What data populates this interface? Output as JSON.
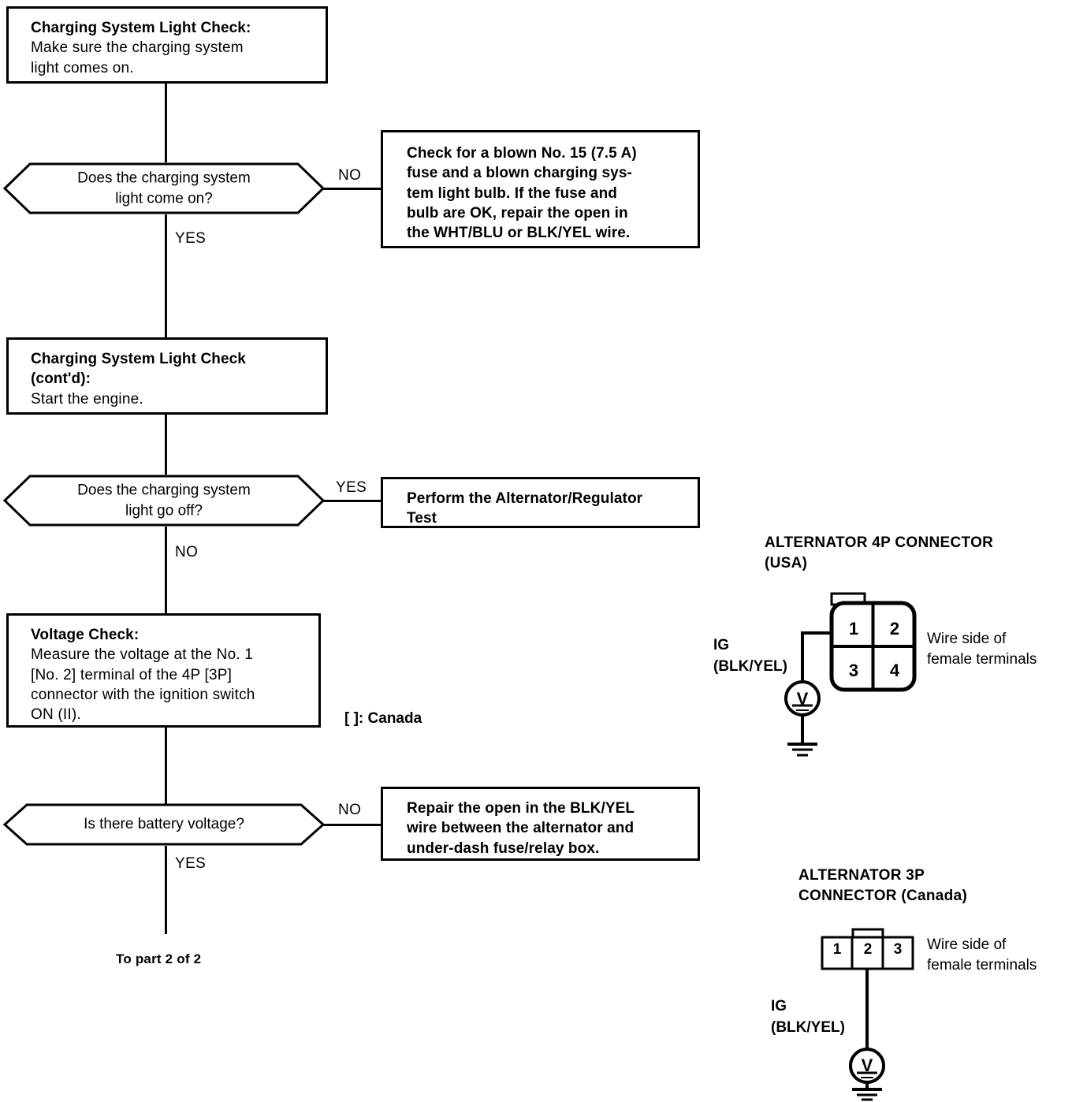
{
  "flow": {
    "step1": {
      "title": "Charging System Light Check:",
      "line1": "Make sure the charging system",
      "line2": "light comes on."
    },
    "decision1": {
      "line1": "Does the charging system",
      "line2": "light come on?",
      "no_label": "NO",
      "yes_label": "YES"
    },
    "no_action1": {
      "line1": "Check for a blown No. 15 (7.5 A)",
      "line2": "fuse and a blown charging sys-",
      "line3": "tem light bulb. If the fuse and",
      "line4": "bulb are OK, repair the open in",
      "line5": "the WHT/BLU or BLK/YEL wire."
    },
    "step2": {
      "title1": "Charging System Light Check",
      "title2": "(cont'd):",
      "line1": "Start the engine."
    },
    "decision2": {
      "line1": "Does the charging system",
      "line2": "light go off?",
      "yes_label": "YES",
      "no_label": "NO"
    },
    "yes_action2": {
      "line1": "Perform the Alternator/Regulator",
      "line2": "Test"
    },
    "step3": {
      "title": "Voltage Check:",
      "line1": "Measure the voltage at the No. 1",
      "line2": "[No. 2] terminal of the 4P [3P]",
      "line3": "connector with the ignition switch",
      "line4": "ON (II)."
    },
    "canada_note": "[ ]: Canada",
    "decision3": {
      "text": "Is there battery voltage?",
      "no_label": "NO",
      "yes_label": "YES"
    },
    "no_action3": {
      "line1": "Repair the open in the BLK/YEL",
      "line2": "wire between the alternator and",
      "line3": "under-dash fuse/relay box."
    },
    "footer": "To part 2 of 2"
  },
  "connector_4p": {
    "heading_line1": "ALTERNATOR 4P CONNECTOR",
    "heading_line2": "(USA)",
    "pins": [
      "1",
      "2",
      "3",
      "4"
    ],
    "ig_line1": "IG",
    "ig_line2": "(BLK/YEL)",
    "note_line1": "Wire side of",
    "note_line2": "female terminals",
    "meter_symbol": "V"
  },
  "connector_3p": {
    "heading_line1": "ALTERNATOR 3P",
    "heading_line2": "CONNECTOR (Canada)",
    "pins": [
      "1",
      "2",
      "3"
    ],
    "ig_line1": "IG",
    "ig_line2": "(BLK/YEL)",
    "note_line1": "Wire side of",
    "note_line2": "female terminals",
    "meter_symbol": "V"
  },
  "colors": {
    "ink": "#000000",
    "paper": "#ffffff"
  }
}
